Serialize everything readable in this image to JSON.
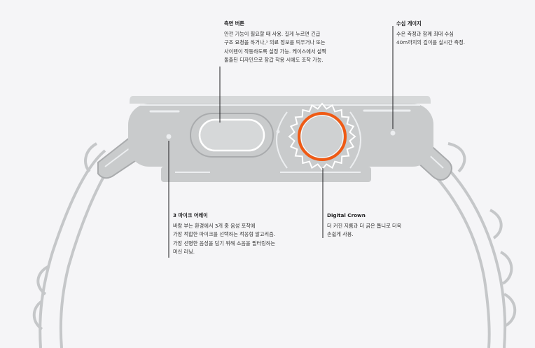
{
  "callouts": {
    "side_button": {
      "title": "측면 버튼",
      "lines": [
        "안전 기능이 필요할 때 사용. 길게 누르면 긴급",
        "구조 요청을 하거나,⁵ 의료 정보를 띄우거나 또는",
        "사이렌이 작동하도록 설정 가능. 케이스에서 살짝",
        "돌출된 디자인으로 장갑 착용 시에도 조작 가능."
      ]
    },
    "depth_gauge": {
      "title": "수심 게이지",
      "lines": [
        "수온 측정과 함께 최대 수심",
        "40m까지의 깊이를 실시간 측정."
      ]
    },
    "microphones": {
      "title": "3 마이크 어레이",
      "lines": [
        "바람 부는 환경에서 3개 중 음성 포착에",
        "가장 적합한 마이크를 선택하는 적응형 알고리즘.",
        "가장 선명한 음성을 담기 위해 소음을 필터링하는",
        "머신 러닝."
      ]
    },
    "digital_crown": {
      "title": "Digital Crown",
      "lines": [
        "더 커진 지름과 더 굵은 톱니로 더욱",
        "손쉽게 사용."
      ]
    }
  },
  "colors": {
    "case": "#c9cbcc",
    "case_dark": "#a9abad",
    "crown_ring": "#f05a14",
    "background": "#f5f5f7"
  },
  "icons": [
    "watch-case",
    "side-button",
    "digital-crown",
    "microphone-port",
    "depth-sensor-port",
    "alpine-loop-band"
  ]
}
